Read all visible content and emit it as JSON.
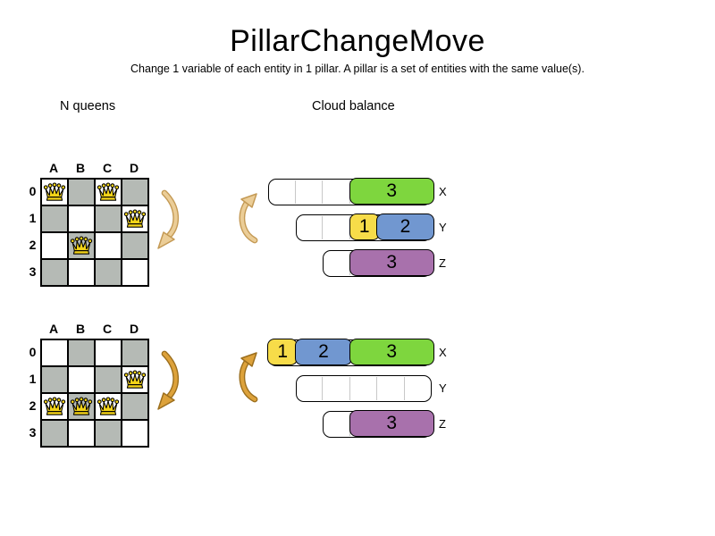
{
  "title": "PillarChangeMove",
  "subtitle": "Change 1 variable of each entity in 1 pillar. A pillar is a set of entities with the same value(s).",
  "colors": {
    "board_dark": "#b5bab5",
    "board_light": "#ffffff",
    "crown_fill": "#f4d418",
    "outline": "#000000",
    "green": "#7ed63e",
    "yellow": "#f7dc49",
    "blue": "#7197d0",
    "purple": "#a871ac",
    "gridline": "#c8c8c8",
    "arrow_light_fill": "#ebcd97",
    "arrow_light_stroke": "#c49a55",
    "arrow_dark_fill": "#dda23b",
    "arrow_dark_stroke": "#9c6f1e"
  },
  "nqueens": {
    "heading": "N queens",
    "columns": [
      "A",
      "B",
      "C",
      "D"
    ],
    "row_labels": [
      "0",
      "1",
      "2",
      "3"
    ],
    "boards": [
      {
        "id": "before",
        "queens": [
          "A0",
          "C0",
          "D1",
          "B2"
        ]
      },
      {
        "id": "after",
        "queens": [
          "D1",
          "A2",
          "B2",
          "C2"
        ]
      }
    ]
  },
  "cloudbalance": {
    "heading": "Cloud balance",
    "computer_labels": [
      "X",
      "Y",
      "Z"
    ],
    "diagrams": [
      {
        "id": "before",
        "rows": [
          {
            "label": "X",
            "capacity": 6,
            "blocks": [
              {
                "value": "3",
                "units": 3,
                "color": "green"
              }
            ]
          },
          {
            "label": "Y",
            "capacity": 5,
            "blocks": [
              {
                "value": "1",
                "units": 1,
                "color": "yellow"
              },
              {
                "value": "2",
                "units": 2,
                "color": "blue"
              }
            ]
          },
          {
            "label": "Z",
            "capacity": 4,
            "blocks": [
              {
                "value": "3",
                "units": 3,
                "color": "purple"
              }
            ]
          }
        ]
      },
      {
        "id": "after",
        "rows": [
          {
            "label": "X",
            "capacity": 6,
            "blocks": [
              {
                "value": "1",
                "units": 1,
                "color": "yellow"
              },
              {
                "value": "2",
                "units": 2,
                "color": "blue"
              },
              {
                "value": "3",
                "units": 3,
                "color": "green"
              }
            ]
          },
          {
            "label": "Y",
            "capacity": 5,
            "blocks": []
          },
          {
            "label": "Z",
            "capacity": 4,
            "blocks": [
              {
                "value": "3",
                "units": 3,
                "color": "purple"
              }
            ]
          }
        ]
      }
    ]
  }
}
